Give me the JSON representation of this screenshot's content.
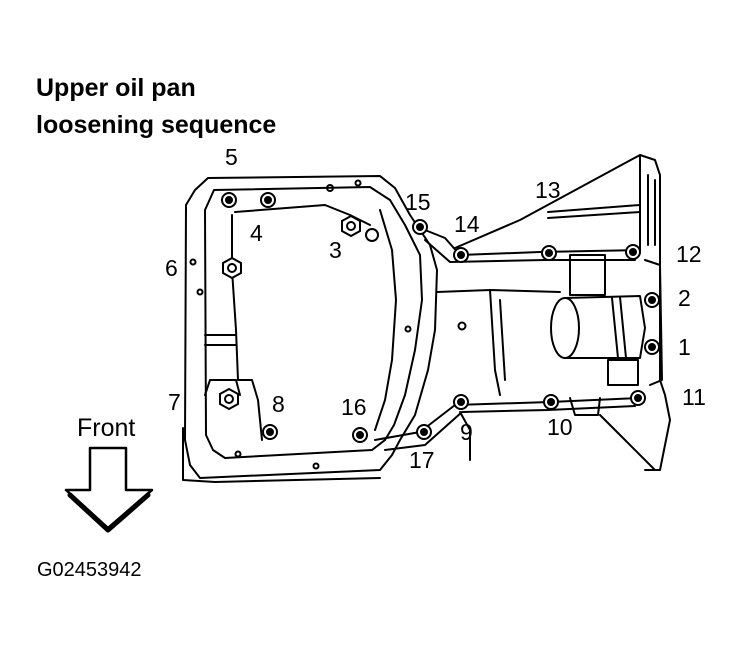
{
  "title": {
    "line1": "Upper oil pan",
    "line2": "loosening sequence"
  },
  "front_label": "Front",
  "figure_id": "G02453942",
  "bolt_numbers": [
    "1",
    "2",
    "3",
    "4",
    "5",
    "6",
    "7",
    "8",
    "9",
    "10",
    "11",
    "12",
    "13",
    "14",
    "15",
    "16",
    "17"
  ]
}
